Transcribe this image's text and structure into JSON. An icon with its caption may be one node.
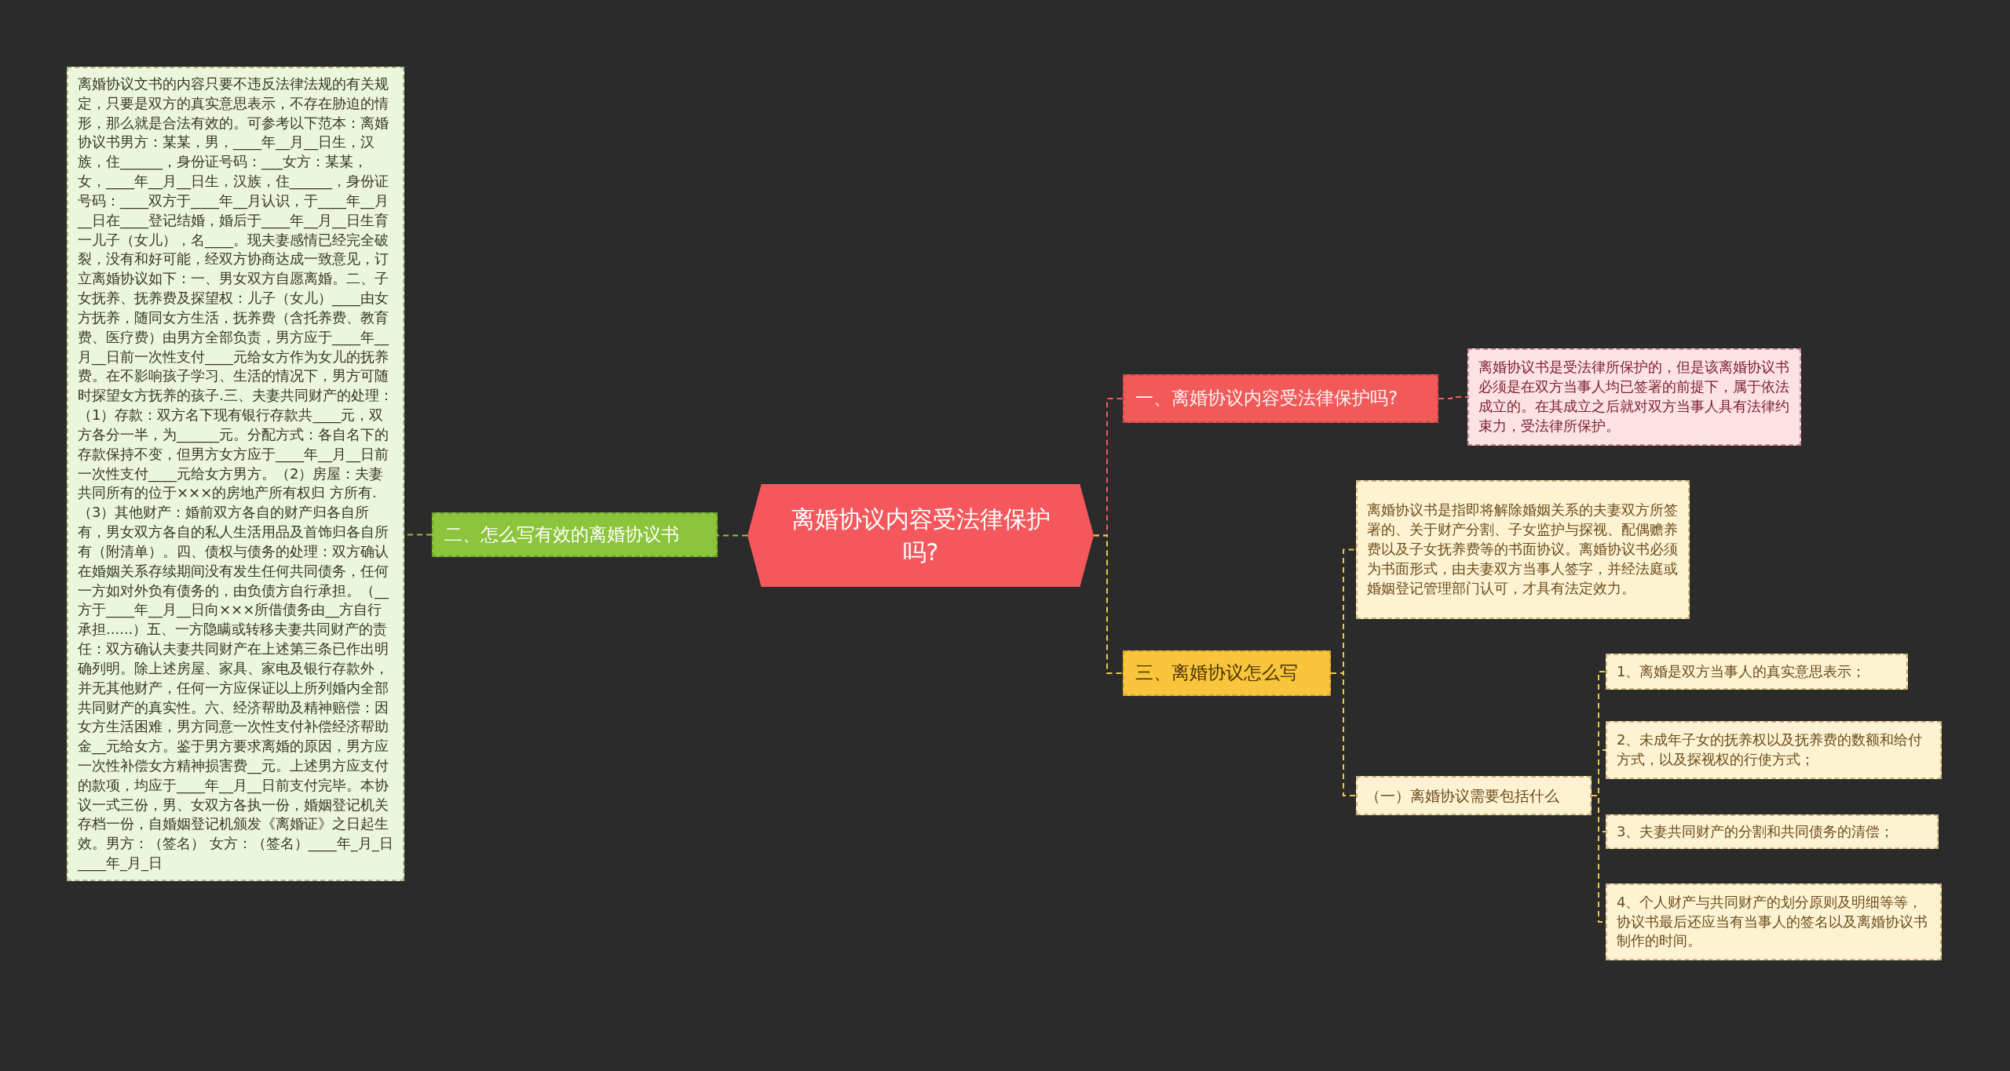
{
  "diagram": {
    "nodes": [
      {
        "text": [
          "离婚协议内容受法律保护吗?"
        ]
      },
      {
        "text": [
          "一、离婚协议内容受法律保护吗?"
        ]
      },
      {
        "text": [
          "离婚协议书是受法律所保护的，但是该离婚协议书必须是在双方当事人均已签署的前提下，属于依法成立的。在其成立之后就对双方当事人具有法律约束力，受法律所保护。"
        ]
      },
      {
        "text": [
          "二、怎么写有效的离婚协议书"
        ]
      },
      {
        "text": [
          "离婚协议文书的内容只要不违反法律法规的有关规定，只要是双方的真实意思表示，不存在胁迫的情形，那么就是合法有效的。可参考以下范本：离婚协议书男方：某某，男，____年__月__日生，汉族，住______，身份证号码：___女方：某某，女，____年__月__日生，汉族，住______，身份证号码：____双方于____年__月认识，于____年__月__日在____登记结婚，婚后于____年__月__日生育一儿子（女儿），名____。现夫妻感情已经完全破裂，没有和好可能，经双方协商达成一致意见，订立离婚协议如下：一、男女双方自愿离婚。二、子女抚养、抚养费及探望权：儿子（女儿）____由女方抚养，随同女方生活，抚养费（含托养费、教育费、医疗费）由男方全部负责，男方应于____年__月__日前一次性支付____元给女方作为女儿的抚养费。在不影响孩子学习、生活的情况下，男方可随时探望女方抚养的孩子.三、夫妻共同财产的处理：（1）存款：双方名下现有银行存款共____元，双方各分一半，为______元。分配方式：各自名下的存款保持不变，但男方女方应于____年__月__日前一次性支付____元给女方男方。（2）房屋：夫妻共同所有的位于×××的房地产所有权归 方所有.（3）其他财产：婚前双方各自的财产归各自所有，男女双方各自的私人生活用品及首饰归各自所有（附清单）。四、债权与债务的处理：双方确认在婚姻关系存续期间没有发生任何共同债务，任何一方如对外负有债务的，由负债方自行承担。（__方于____年__月__日向×××所借债务由__方自行承担......）五、一方隐瞒或转移夫妻共同财产的责任：双方确认夫妻共同财产在上述第三条已作出明确列明。除上述房屋、家具、家电及银行存款外，并无其他财产，任何一方应保证以上所列婚内全部共同财产的真实性。六、经济帮助及精神赔偿：因女方生活困难，男方同意一次性支付补偿经济帮助金__元给女方。鉴于男方要求离婚的原因，男方应一次性补偿女方精神损害费__元。上述男方应支付的款项，均应于____年__月__日前支付完毕。本协议一式三份，男、女双方各执一份，婚姻登记机关存档一份，自婚姻登记机颁发《离婚证》之日起生效。男方：（签名） 女方：（签名）____年_月_日 ____年_月_日"
        ]
      },
      {
        "text": [
          "三、离婚协议怎么写"
        ]
      },
      {
        "text": [
          "离婚协议书是指即将解除婚姻关系的夫妻双方所签署的、关于财产分割、子女监护与探视、配偶赡养费以及子女抚养费等的书面协议。离婚协议书必须为书面形式，由夫妻双方当事人签字，并经法庭或婚姻登记管理部门认可，才具有法定效力。"
        ]
      },
      {
        "text": [
          "（一）离婚协议需要包括什么"
        ]
      },
      {
        "text": [
          "1、离婚是双方当事人的真实意思表示；"
        ]
      },
      {
        "text": [
          "2、未成年子女的抚养权以及抚养费的数额和给付方式，以及探视权的行使方式；"
        ]
      },
      {
        "text": [
          "3、夫妻共同财产的分割和共同债务的清偿；"
        ]
      },
      {
        "text": [
          "4、个人财产与共同财产的划分原则及明细等等，协议书最后还应当有当事人的签名以及离婚协议书制作的时间。"
        ]
      }
    ],
    "edges": [
      {
        "from": 0,
        "to": 1,
        "arrow": "none",
        "style": "dashed",
        "color": "#f25a5a"
      },
      {
        "from": 1,
        "to": 2,
        "arrow": "none",
        "style": "dashed",
        "color": "#f25a5a"
      },
      {
        "from": 0,
        "to": 3,
        "arrow": "none",
        "style": "dashed",
        "color": "#8cc43c"
      },
      {
        "from": 3,
        "to": 4,
        "arrow": "none",
        "style": "dashed",
        "color": "#8cc43c"
      },
      {
        "from": 0,
        "to": 5,
        "arrow": "none",
        "style": "dashed"
      },
      {
        "from": 5,
        "to": 6,
        "arrow": "none",
        "style": "dashed"
      },
      {
        "from": 5,
        "to": 7,
        "arrow": "none",
        "style": "dashed"
      },
      {
        "from": 7,
        "to": 8,
        "arrow": "none",
        "style": "dashed"
      },
      {
        "from": 7,
        "to": 9,
        "arrow": "none",
        "style": "dashed"
      },
      {
        "from": 7,
        "to": 10,
        "arrow": "none",
        "style": "dashed"
      },
      {
        "from": 7,
        "to": 11,
        "arrow": "none",
        "style": "dashed"
      }
    ]
  }
}
